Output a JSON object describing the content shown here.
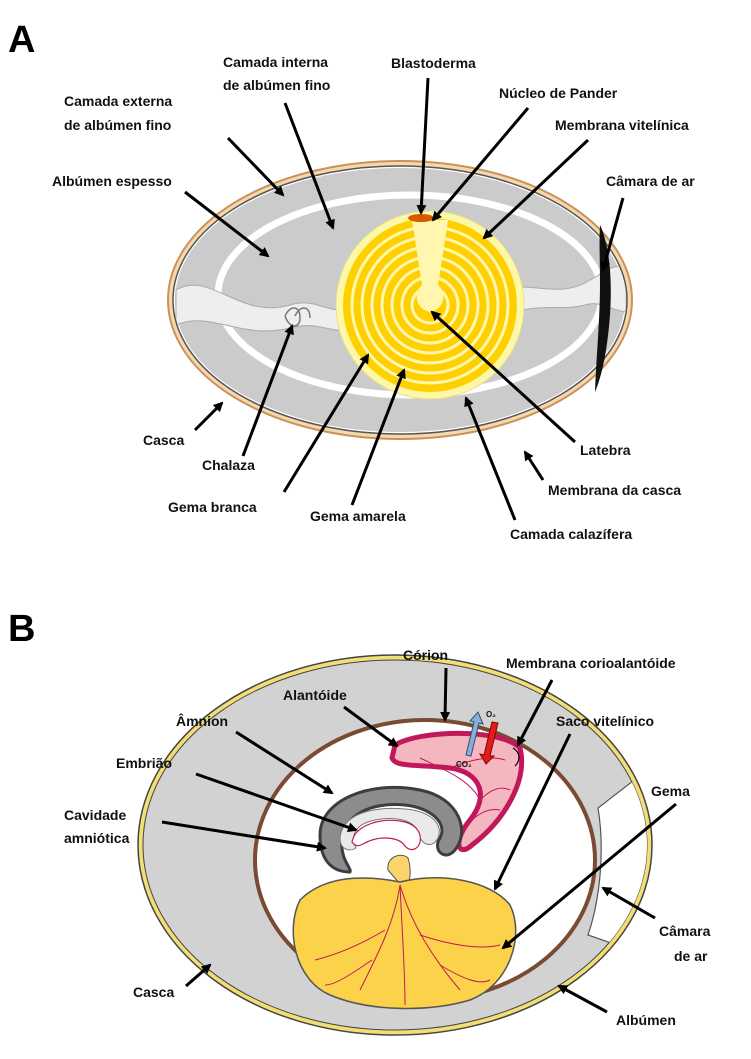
{
  "panel_a": {
    "letter": "A",
    "labels": {
      "camada_interna_1": "Camada interna",
      "camada_interna_2": "de albúmen fino",
      "blastoderma": "Blastoderma",
      "camada_externa_1": "Camada externa",
      "camada_externa_2": "de albúmen fino",
      "nucleo_pander": "Núcleo de Pander",
      "membrana_vitelinica": "Membrana vitelínica",
      "albumen_espesso": "Albúmen espesso",
      "camara_de_ar": "Câmara de ar",
      "casca": "Casca",
      "chalaza": "Chalaza",
      "latebra": "Latebra",
      "membrana_casca": "Membrana da casca",
      "gema_branca": "Gema branca",
      "gema_amarela": "Gema amarela",
      "camada_calazifera": "Camada calazífera"
    }
  },
  "panel_b": {
    "letter": "B",
    "labels": {
      "corion": "Córion",
      "membrana_corioalantoide": "Membrana corioalantóide",
      "alantoide": "Alantóide",
      "amnion": "Âmnion",
      "saco_vitelinico": "Saco vitelínico",
      "embriao": "Embrião",
      "gema": "Gema",
      "cavidade_1": "Cavidade",
      "cavidade_2": "amniótica",
      "camara_1": "Câmara",
      "camara_2": "de ar",
      "casca": "Casca",
      "albumen": "Albúmen",
      "o2": "O₂",
      "co2": "CO₂"
    }
  }
}
